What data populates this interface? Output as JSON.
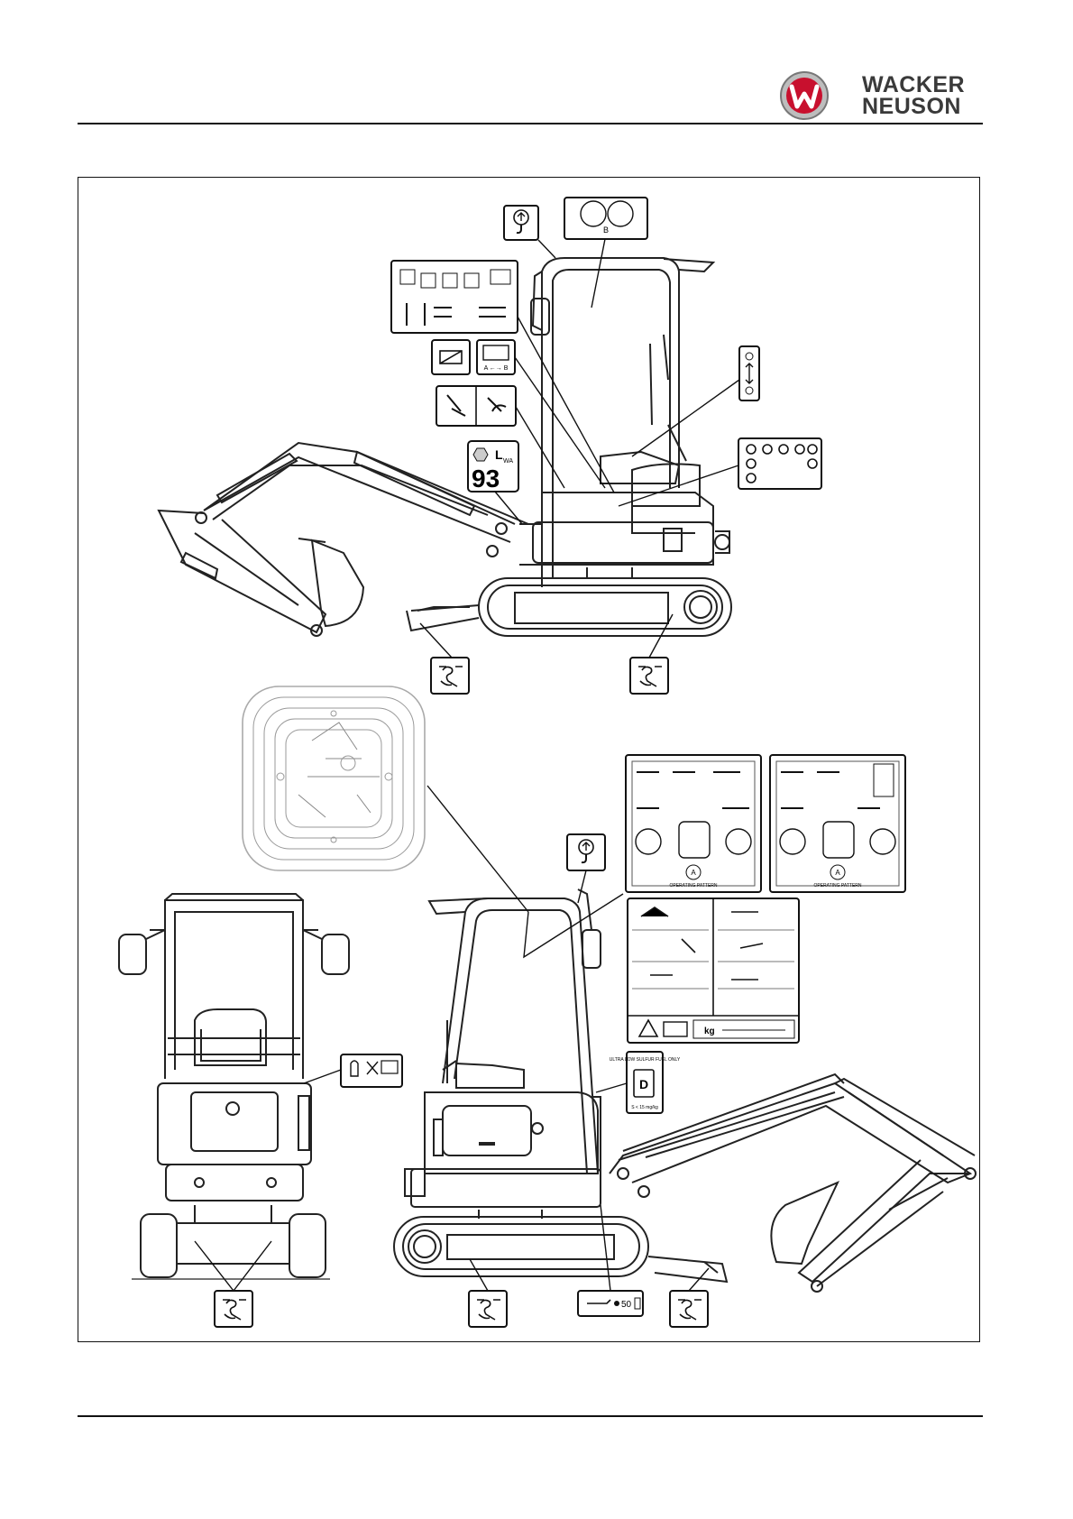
{
  "header": {
    "brand_line1": "WACKER",
    "brand_line2": "NEUSON",
    "logo_icon": "wacker-neuson-w-logo",
    "brand_color": "#3a3a3a",
    "logo_red": "#c8102e"
  },
  "decals": {
    "noise_level_sub": "WA",
    "noise_level_value": "93",
    "ab_legend": "A ←→ B",
    "pattern_b": "B",
    "pattern_a": "A",
    "pattern_label": "OPERATING PATTERN",
    "fuel_label": "ULTRA LOW SULFUR FUEL ONLY",
    "fuel_letter": "D",
    "fuel_spec": "S < 15 mg/kg",
    "grease_value": "50",
    "weight_symbol": "kg"
  }
}
